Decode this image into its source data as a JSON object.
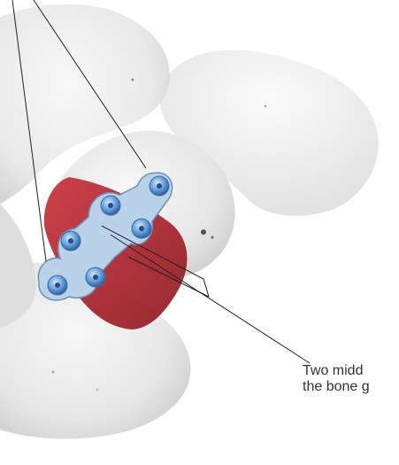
{
  "caption": {
    "line1": "Two midd",
    "line2": "the bone g"
  },
  "colors": {
    "bone_light": "#efefef",
    "bone_shadow": "#c9c9c9",
    "graft_red": "#b5202b",
    "plate_blue": "#a9c8e4",
    "screw_blue": "#5a95d6",
    "leader_line": "#222222"
  },
  "image": {
    "subject": "bone-fusion-plate-illustration"
  }
}
